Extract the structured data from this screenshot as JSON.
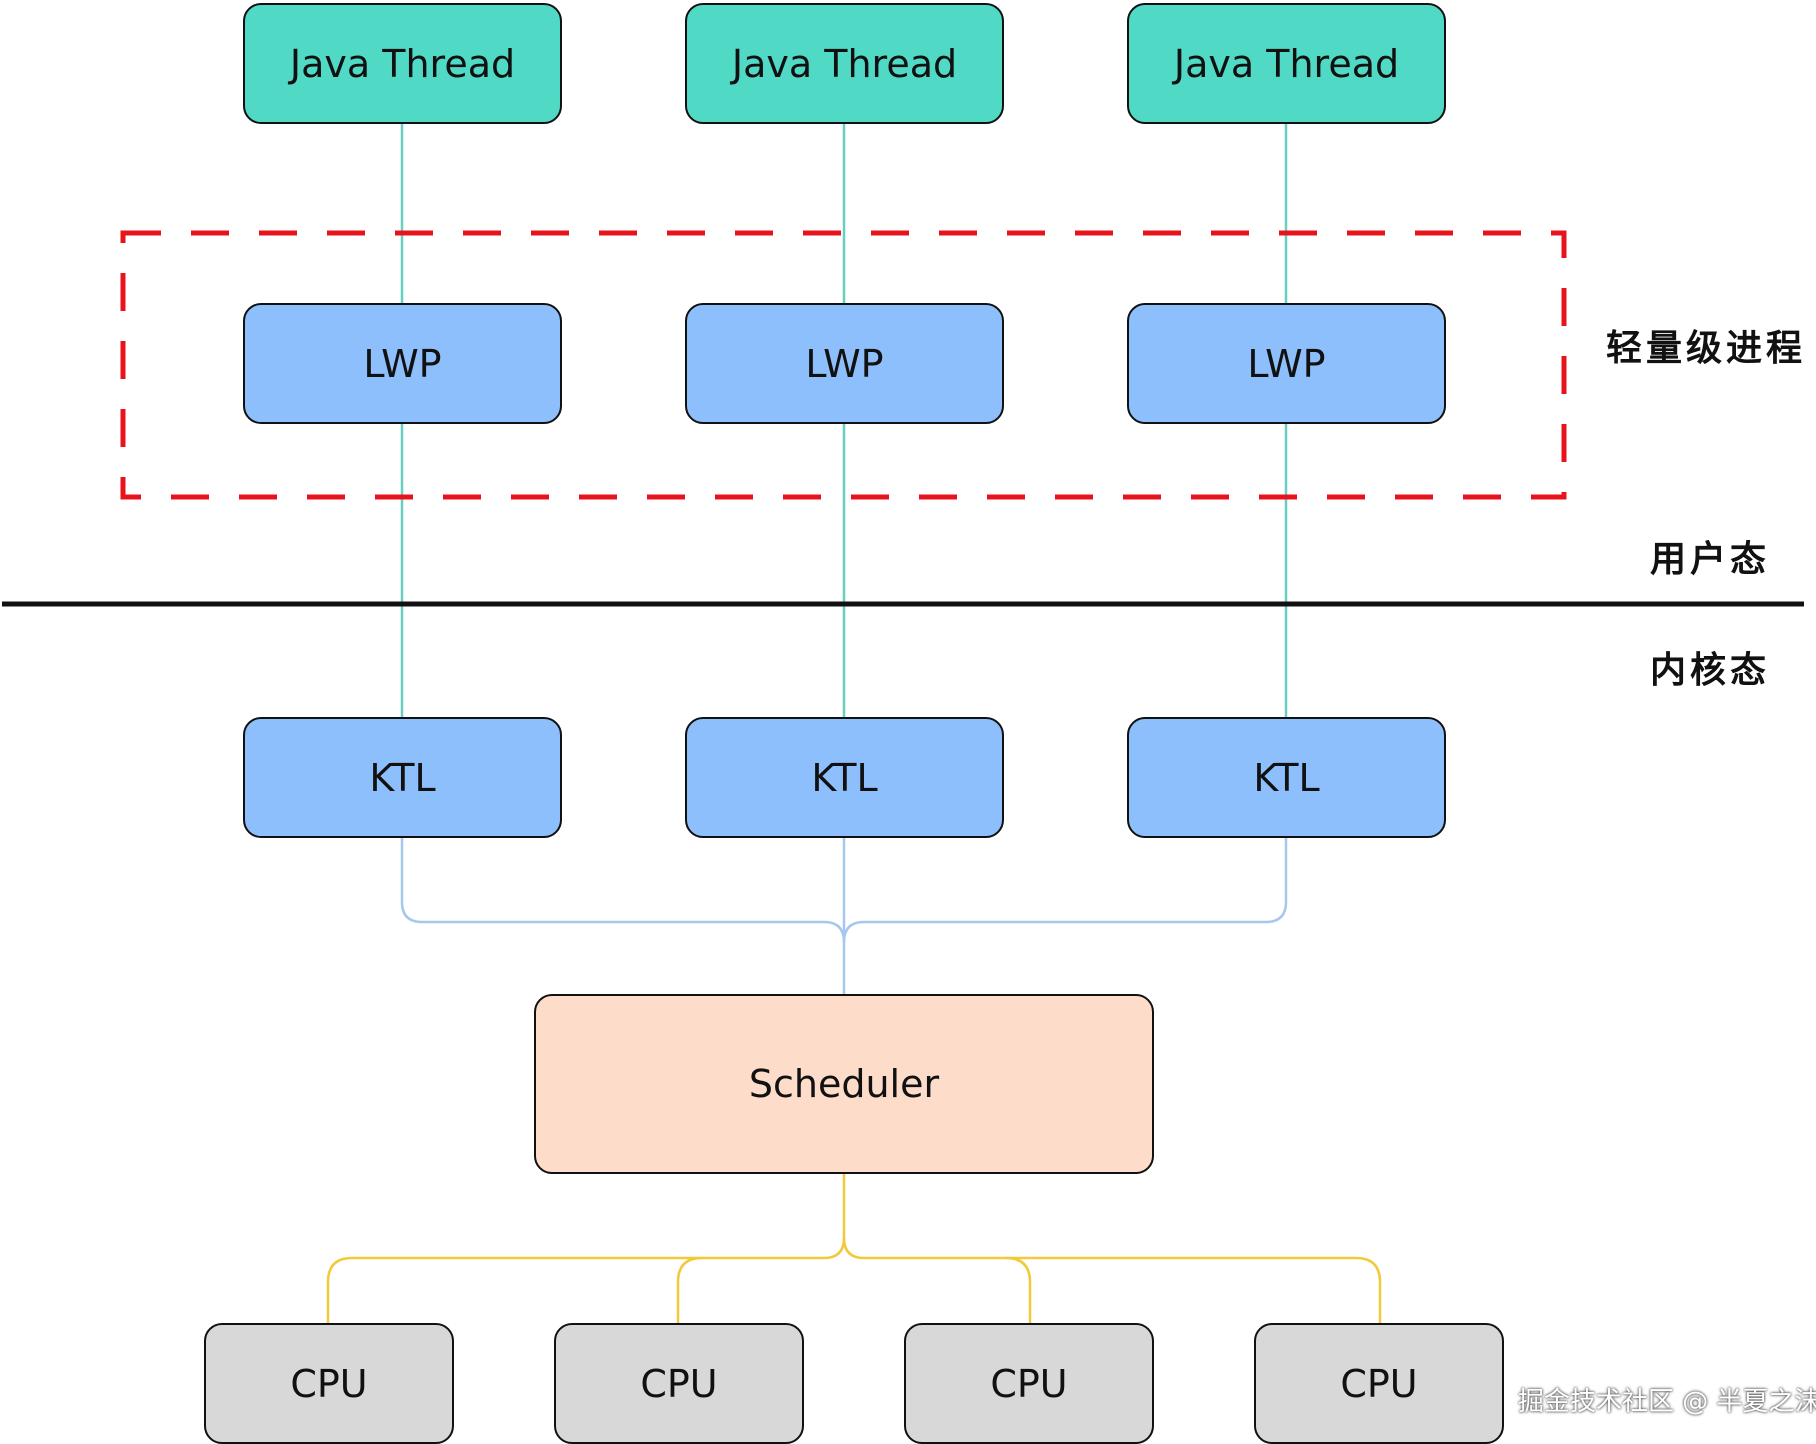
{
  "java_threads": [
    {
      "label": "Java Thread"
    },
    {
      "label": "Java Thread"
    },
    {
      "label": "Java Thread"
    }
  ],
  "lwps": [
    {
      "label": "LWP"
    },
    {
      "label": "LWP"
    },
    {
      "label": "LWP"
    }
  ],
  "ktls": [
    {
      "label": "KTL"
    },
    {
      "label": "KTL"
    },
    {
      "label": "KTL"
    }
  ],
  "scheduler": {
    "label": "Scheduler"
  },
  "cpus": [
    {
      "label": "CPU"
    },
    {
      "label": "CPU"
    },
    {
      "label": "CPU"
    },
    {
      "label": "CPU"
    }
  ],
  "labels": {
    "lwp_group": "轻量级进程",
    "user_mode": "用户态",
    "kernel_mode": "内核态"
  },
  "watermark": "掘金技术社区 @ 半夏之沫",
  "colors": {
    "java_thread": "#50d9c5",
    "lwp": "#8dbffc",
    "ktl": "#8dbffc",
    "scheduler": "#fddcca",
    "cpu": "#d8d8d8",
    "thread_link": "#67cfc2",
    "ktl_link": "#a6c8ee",
    "cpu_link": "#f2c93a",
    "dashed_group": "#e8141d",
    "divider": "#111111"
  }
}
